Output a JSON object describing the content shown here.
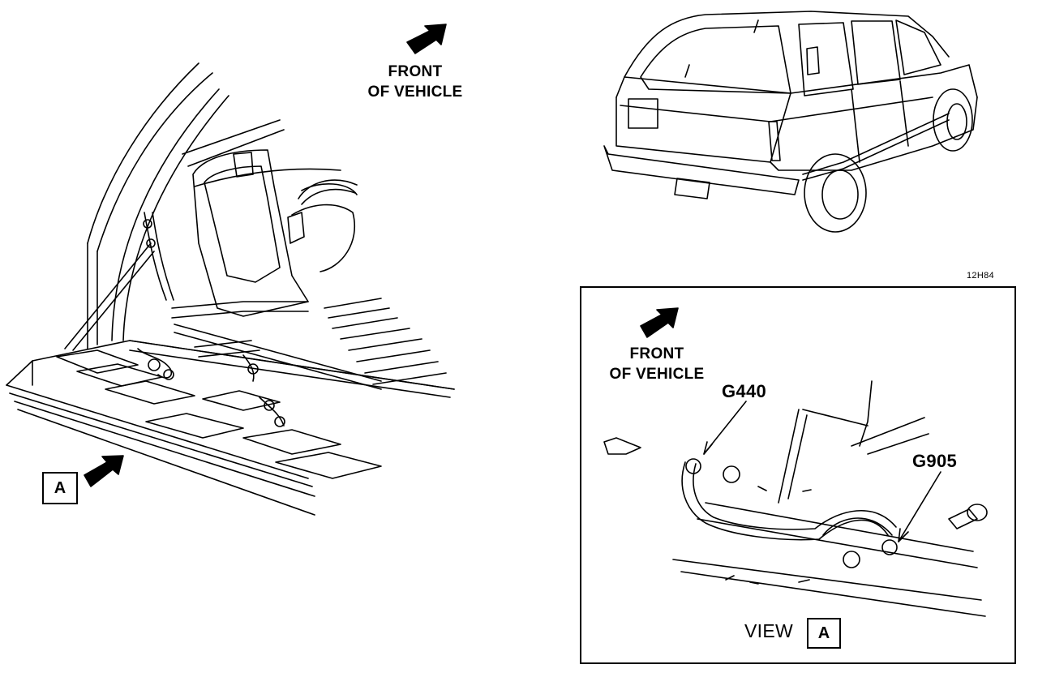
{
  "labels": {
    "front_main_line1": "FRONT",
    "front_main_line2": "OF VEHICLE",
    "front_inset_line1": "FRONT",
    "front_inset_line2": "OF VEHICLE",
    "ground_g440": "G440",
    "ground_g905": "G905",
    "figure_code": "12H84",
    "view_word": "VIEW",
    "view_letter": "A",
    "view_callout_letter": "A"
  }
}
